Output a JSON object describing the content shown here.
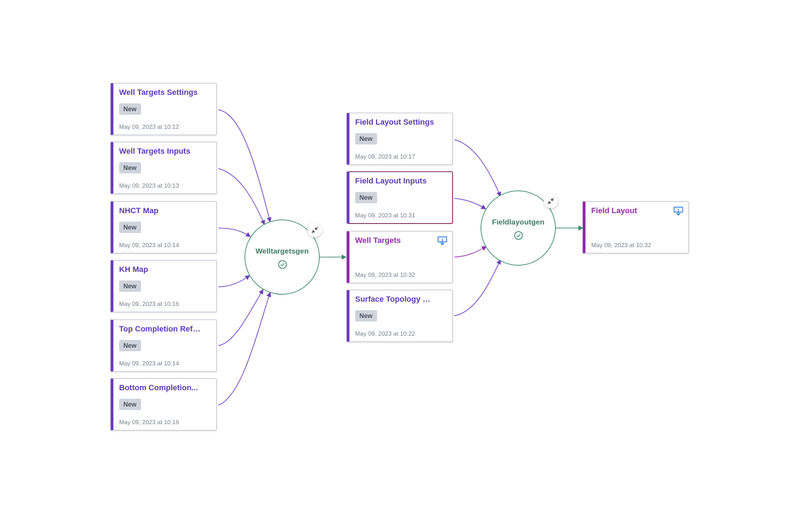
{
  "inputs_stage1": [
    {
      "title": "Well Targets Settings",
      "badge": "New",
      "date": "May 09, 2023 at 10:12"
    },
    {
      "title": "Well Targets Inputs",
      "badge": "New",
      "date": "May 09, 2023 at 10:13"
    },
    {
      "title": "NHCT Map",
      "badge": "New",
      "date": "May 09, 2023 at 10:14"
    },
    {
      "title": "KH Map",
      "badge": "New",
      "date": "May 09, 2023 at 10:16"
    },
    {
      "title": "Top Completion Referenc...",
      "badge": "New",
      "date": "May 09, 2023 at 10:14"
    },
    {
      "title": "Bottom Completion...",
      "badge": "New",
      "date": "May 09, 2023 at 10:16"
    }
  ],
  "process1": {
    "name": "Welltargetsgen",
    "icon": "check-circle-icon"
  },
  "stage2": [
    {
      "title": "Field Layout Settings",
      "badge": "New",
      "date": "May 09, 2023 at 10:17"
    },
    {
      "title": "Field Layout Inputs",
      "badge": "New",
      "date": "May 09, 2023 at 10:31"
    },
    {
      "title": "Well Targets",
      "date": "May 09, 2023 at 10:32",
      "icon": "download-icon"
    },
    {
      "title": "Surface Topology Map",
      "badge": "New",
      "date": "May 09, 2023 at 10:22"
    }
  ],
  "process2": {
    "name": "Fieldlayoutgen",
    "icon": "check-circle-icon"
  },
  "final_output": {
    "title": "Field Layout",
    "date": "May 09, 2023 at 10:32",
    "icon": "download-icon"
  },
  "colors": {
    "input_accent": "#6b3fbf",
    "output_accent": "#8e2ea8",
    "process": "#3d8a6c",
    "selected_border": "#7a1f4a"
  }
}
